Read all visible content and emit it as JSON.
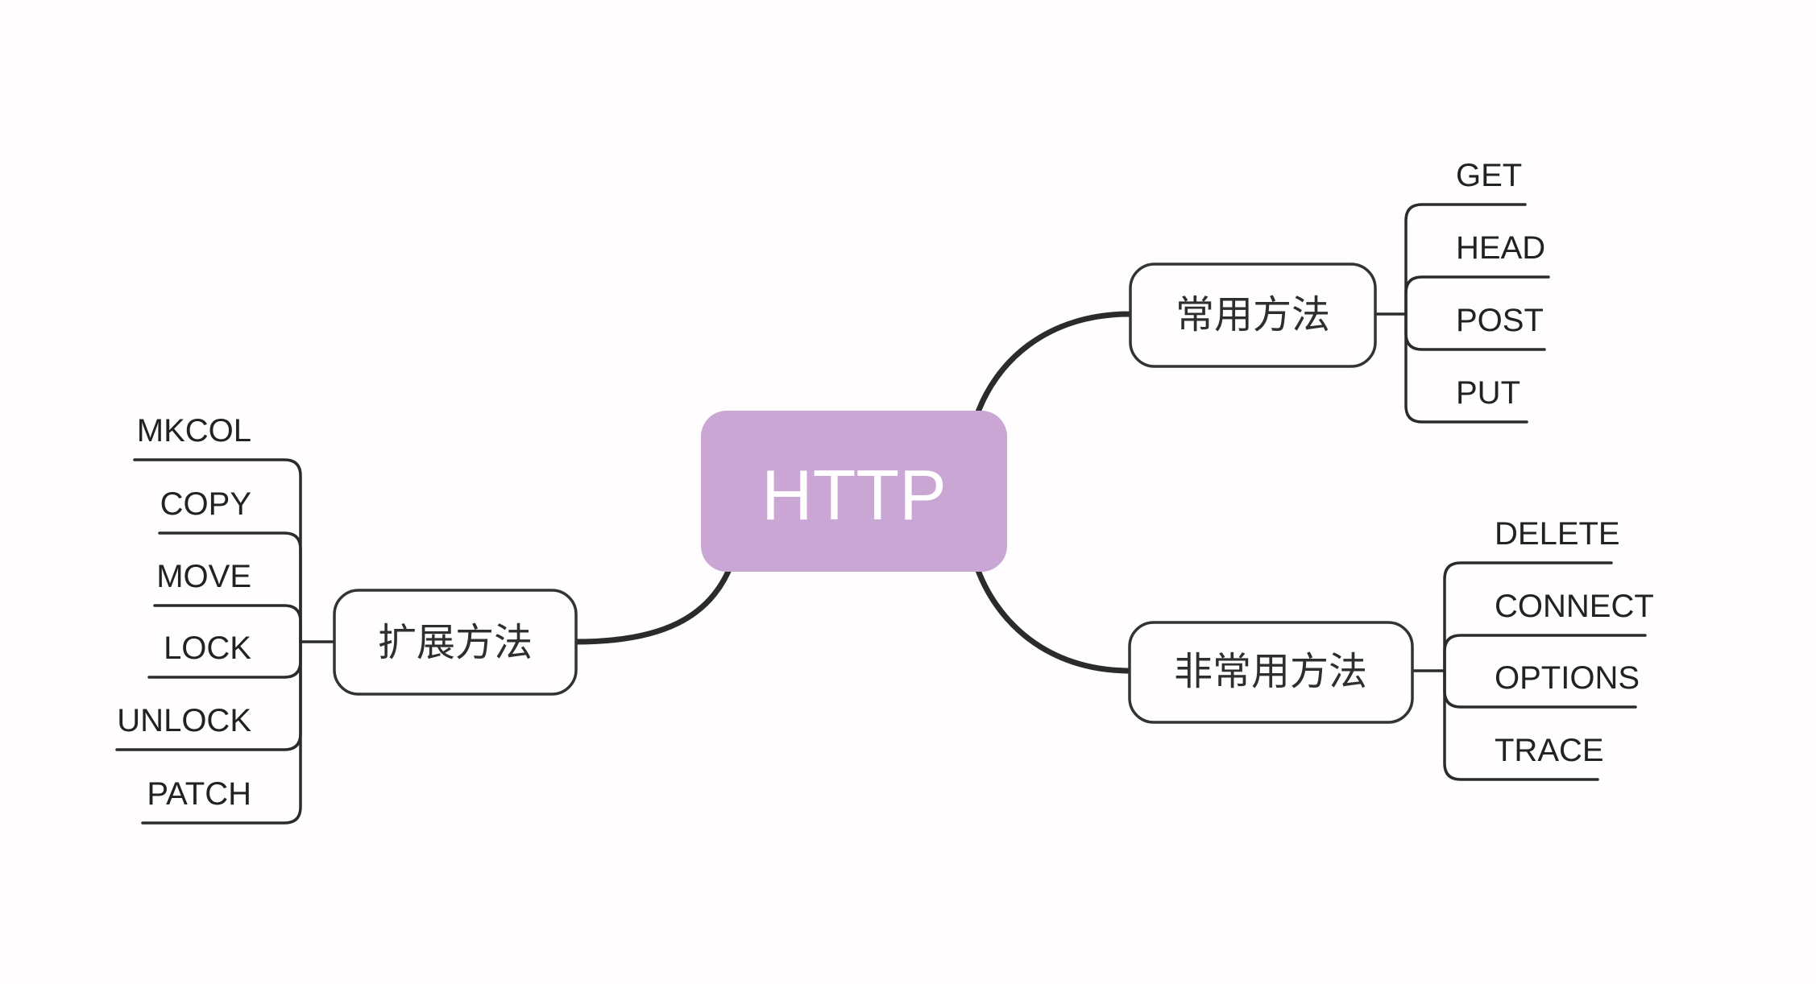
{
  "root": {
    "label": "HTTP"
  },
  "branches": [
    {
      "label": "常用方法",
      "children": [
        "GET",
        "HEAD",
        "POST",
        "PUT"
      ]
    },
    {
      "label": "非常用方法",
      "children": [
        "DELETE",
        "CONNECT",
        "OPTIONS",
        "TRACE"
      ]
    },
    {
      "label": "扩展方法",
      "children": [
        "MKCOL",
        "COPY",
        "MOVE",
        "LOCK",
        "UNLOCK",
        "PATCH"
      ]
    }
  ],
  "colors": {
    "background": "#fffdfe",
    "root_fill": "#c9a6d3",
    "root_text": "#ffffff",
    "line": "#2b2b2b",
    "branch_border": "#333333",
    "node_text": "#222222"
  }
}
